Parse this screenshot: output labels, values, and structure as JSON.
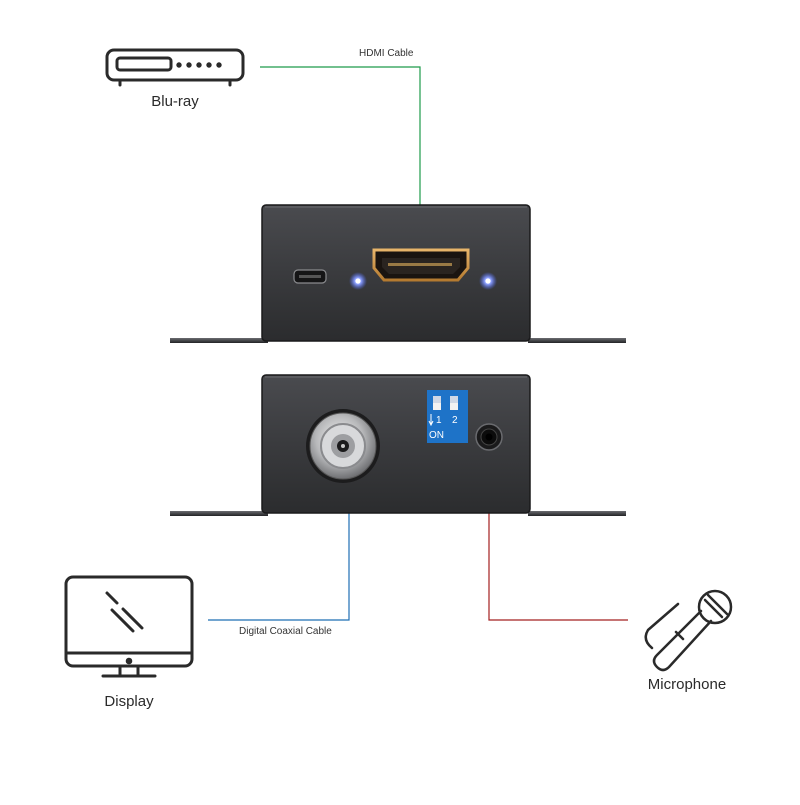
{
  "devices": {
    "bluray": {
      "label": "Blu-ray"
    },
    "display": {
      "label": "Display"
    },
    "microphone": {
      "label": "Microphone"
    }
  },
  "cables": {
    "hdmi": {
      "label": "HDMI Cable",
      "color": "#1e9b4b"
    },
    "coax": {
      "label": "Digital Coaxial Cable",
      "color": "#1f6fb5"
    },
    "mic": {
      "label": "",
      "color": "#a32020"
    }
  },
  "converter": {
    "front_ports": [
      "micro-usb-port",
      "hdmi-port",
      "status-led-left",
      "status-led-right"
    ],
    "rear_ports": [
      "bnc-coax-port",
      "dip-switch",
      "audio-jack"
    ],
    "dip_switch": {
      "pins": [
        "1",
        "2"
      ],
      "on_label": "ON",
      "color": "#1e73c8"
    },
    "led_color": "#4d6bff",
    "body_color": "#3a3b3e"
  }
}
